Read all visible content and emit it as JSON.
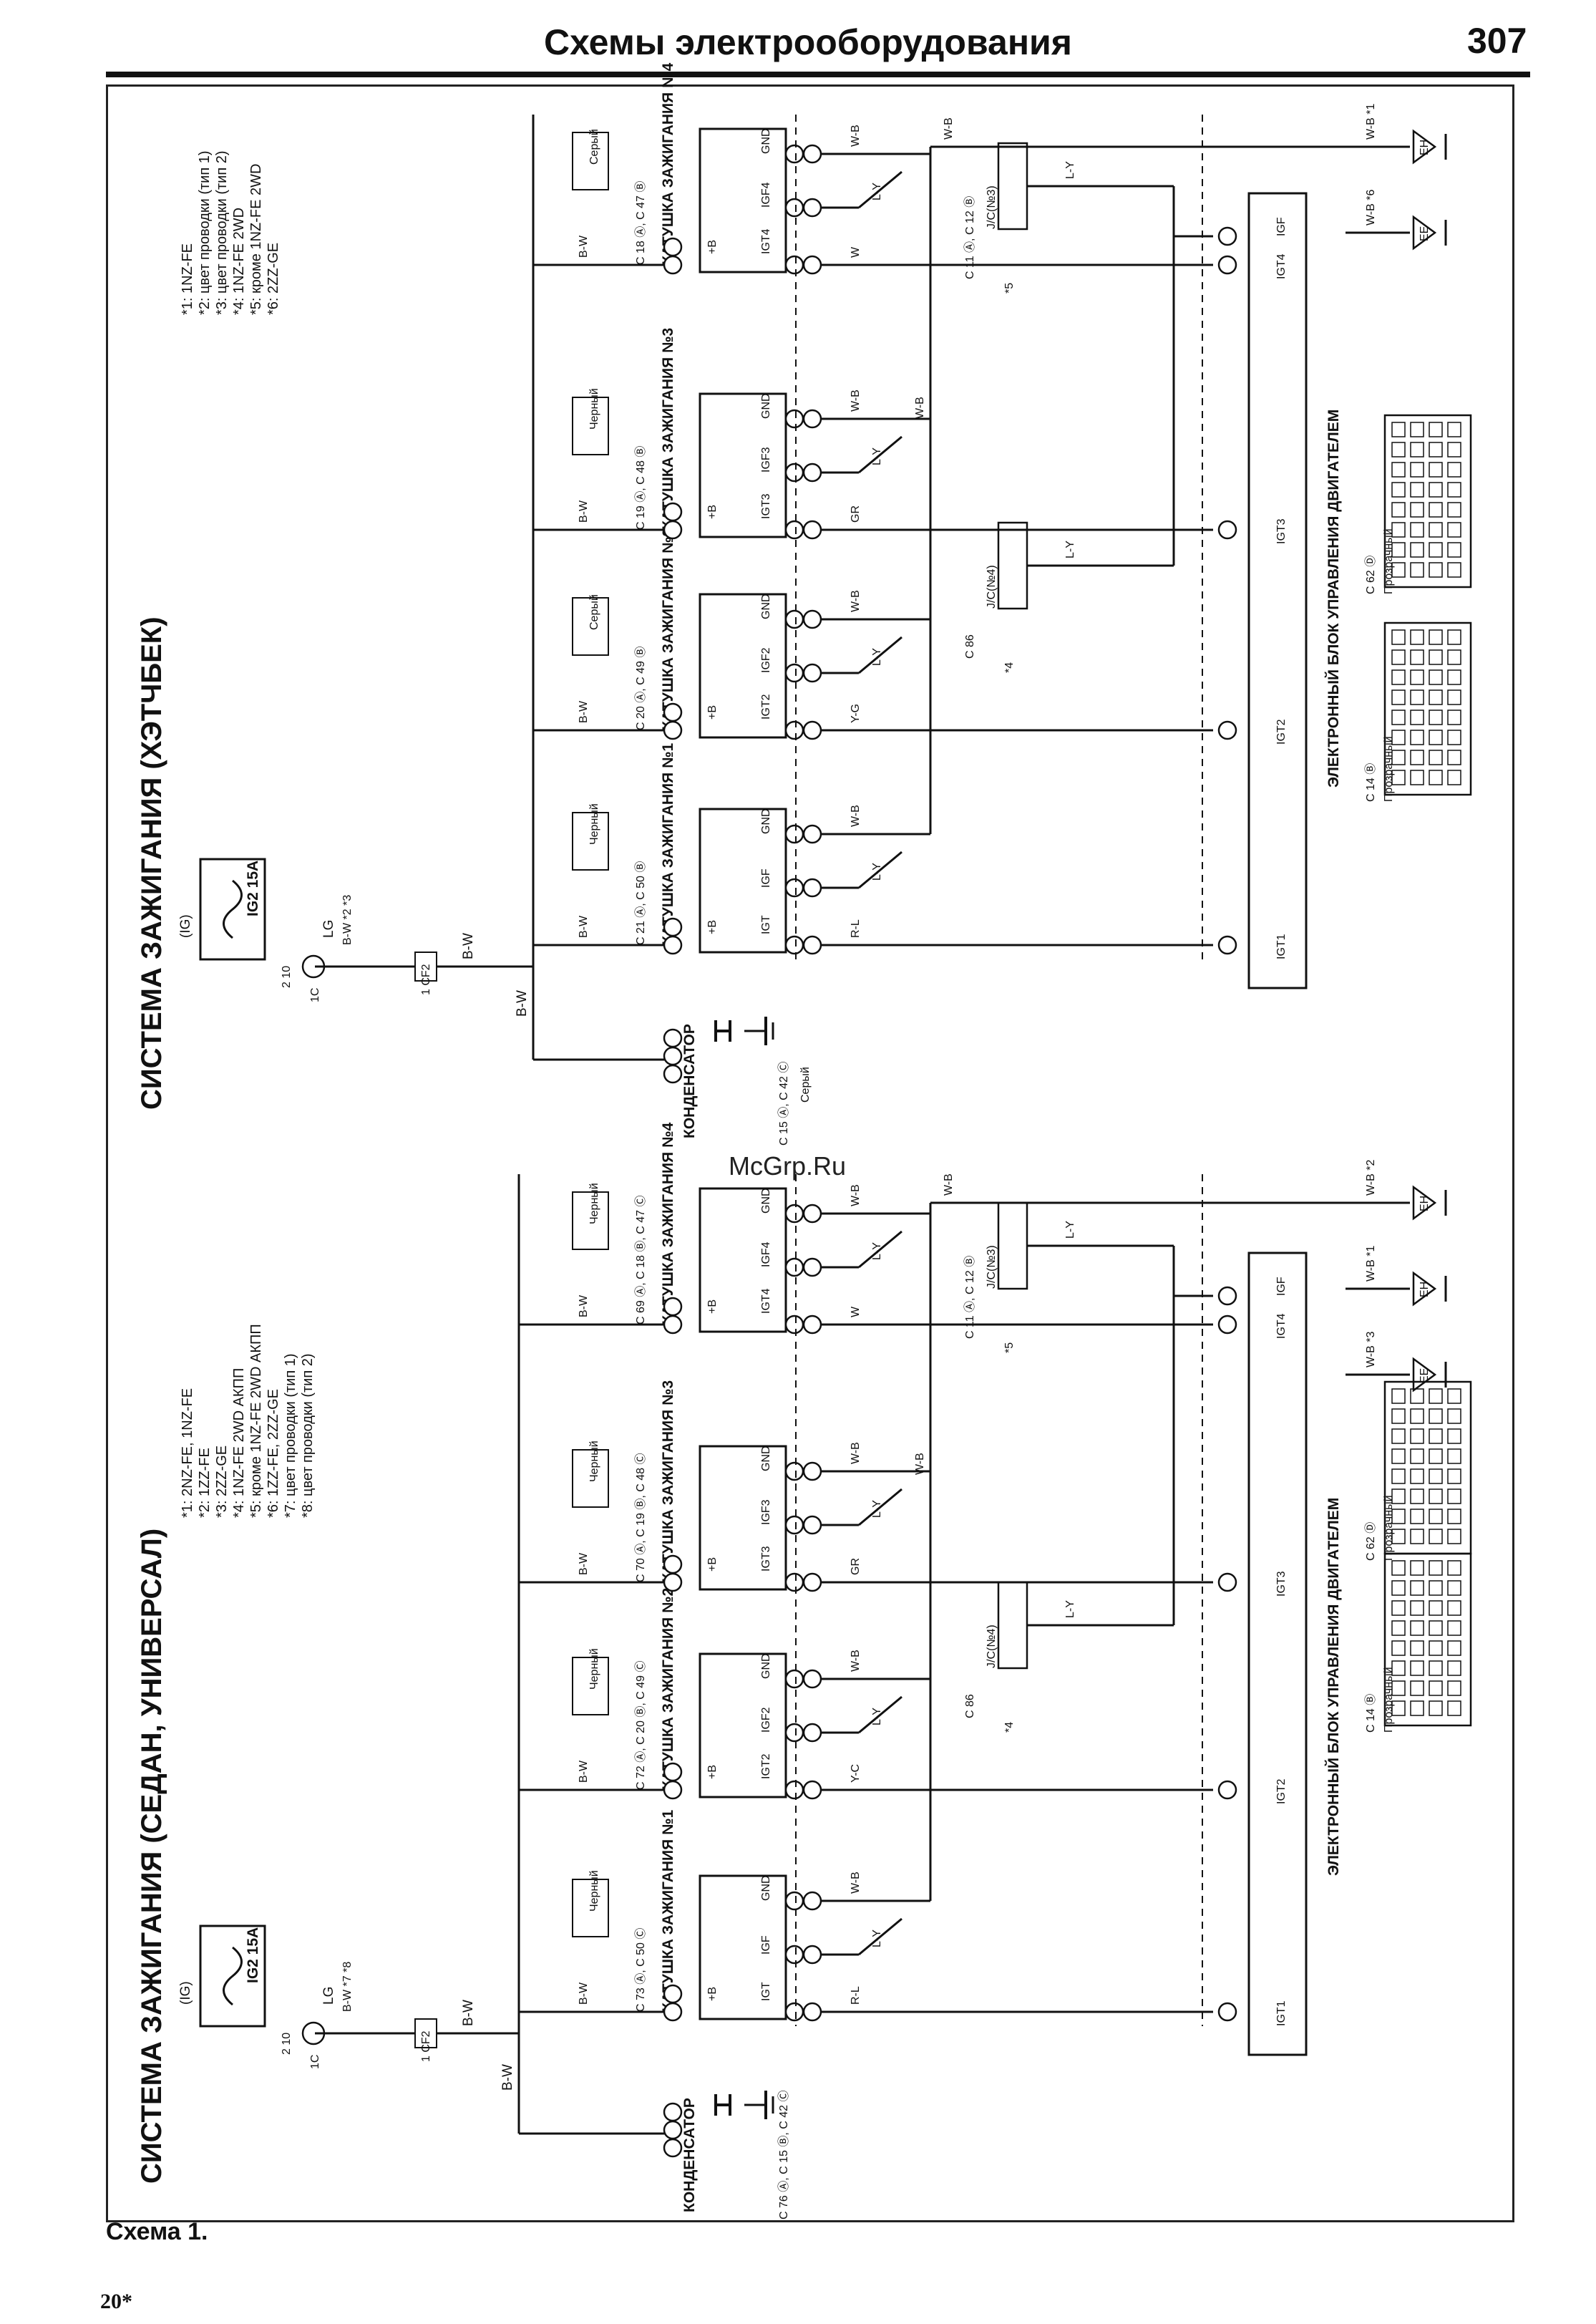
{
  "header": {
    "title": "Схемы электрооборудования",
    "page": "307"
  },
  "footer": {
    "caption": "Схема 1.",
    "folio": "20*"
  },
  "watermark": "McGrp.Ru",
  "panels": [
    {
      "id": "hatchback",
      "title": "СИСТЕМА ЗАЖИГАНИЯ (ХЭТЧБЕК)",
      "fuse": {
        "tag": "(IG)",
        "name": "IG2 15A",
        "pin": "1C",
        "pins": "2   10"
      },
      "junction": "1 CF2",
      "wire_feed": "B-W",
      "wire_lg": "LG",
      "wire_bw_marks": "B-W  *2  *3",
      "notes": "*1: 1NZ-FE\n*2: цвет проводки (тип 1)\n*3: цвет проводки (тип 2)\n*4: 1NZ-FE 2WD\n*5: кроме 1NZ-FE 2WD\n*6: 2ZZ-GE",
      "coils": [
        {
          "name": "КАТУШКА ЗАЖИГАНИЯ №1",
          "conn": "C 21 Ⓐ, C 50 Ⓑ",
          "color": "Черный",
          "sig": "IGT",
          "ign": "IGF",
          "gnd": "GND",
          "plus": "+B"
        },
        {
          "name": "КАТУШКА ЗАЖИГАНИЯ №2",
          "conn": "C 20 Ⓐ, C 49 Ⓑ",
          "color": "Серый",
          "sig": "IGT2",
          "ign": "IGF2",
          "gnd": "GND",
          "plus": "+B"
        },
        {
          "name": "КАТУШКА ЗАЖИГАНИЯ №3",
          "conn": "C 19 Ⓐ, C 48 Ⓑ",
          "color": "Черный",
          "sig": "IGT3",
          "ign": "IGF3",
          "gnd": "GND",
          "plus": "+B"
        },
        {
          "name": "КАТУШКА ЗАЖИГАНИЯ №4",
          "conn": "C 18 Ⓐ, C 47 Ⓑ",
          "color": "Серый",
          "sig": "IGT4",
          "ign": "IGF4",
          "gnd": "GND",
          "plus": "+B"
        }
      ],
      "signal_wires": [
        "R-L",
        "Y-G",
        "GR",
        "W"
      ],
      "ecu": {
        "name": "ЭЛЕКТРОННЫЙ БЛОК УПРАВЛЕНИЯ ДВИГАТЕЛЕМ",
        "pins": [
          "IGT1",
          "IGT2",
          "IGT3",
          "IGT4",
          "IGF"
        ],
        "conn_a": "C 14 Ⓑ",
        "conn_b": "C 62 Ⓓ",
        "conn_color": "Прозрачный"
      },
      "capacitor": {
        "name": "КОНДЕНСАТОР",
        "conn": "C 15 Ⓐ, C 42 Ⓒ",
        "color": "Серый"
      },
      "jc": [
        {
          "name": "J/C(№3)",
          "conn": "C 11 Ⓐ, C 12 Ⓑ",
          "mark": "*5"
        },
        {
          "name": "J/C(№4)",
          "conn": "C 86",
          "mark": "*4"
        }
      ],
      "grounds": [
        {
          "label": "W-B  *1",
          "code": "EH"
        },
        {
          "label": "W-B  *6",
          "code": "EE"
        }
      ],
      "wire_common": [
        "W-B",
        "L-Y",
        "B-W"
      ]
    },
    {
      "id": "sedan",
      "title": "СИСТЕМА ЗАЖИГАНИЯ (СЕДАН, УНИВЕРСАЛ)",
      "fuse": {
        "tag": "(IG)",
        "name": "IG2 15A",
        "pin": "1C",
        "pins": "2   10"
      },
      "junction": "1 CF2",
      "wire_feed": "B-W",
      "wire_lg": "LG",
      "wire_bw_marks": "B-W  *7  *8",
      "notes": "*1: 2NZ-FE, 1NZ-FE\n*2: 1ZZ-FE\n*3: 2ZZ-GE\n*4: 1NZ-FE 2WD АКПП\n*5: кроме 1NZ-FE 2WD АКПП\n*6: 1ZZ-FE, 2ZZ-GE\n*7: цвет проводки (тип 1)\n*8: цвет проводки (тип 2)",
      "coils": [
        {
          "name": "КАТУШКА ЗАЖИГАНИЯ №1",
          "conn": "C 73 Ⓐ, C 50 Ⓒ",
          "color": "Черный",
          "sig": "IGT",
          "ign": "IGF",
          "gnd": "GND",
          "plus": "+B"
        },
        {
          "name": "КАТУШКА ЗАЖИГАНИЯ №2",
          "conn": "C 72 Ⓐ, C 20 Ⓑ, C 49 Ⓒ",
          "color": "Черный",
          "sig": "IGT2",
          "ign": "IGF2",
          "gnd": "GND",
          "plus": "+B"
        },
        {
          "name": "КАТУШКА ЗАЖИГАНИЯ №3",
          "conn": "C 70 Ⓐ, C 19 Ⓑ, C 48 Ⓒ",
          "color": "Черный",
          "sig": "IGT3",
          "ign": "IGF3",
          "gnd": "GND",
          "plus": "+B"
        },
        {
          "name": "КАТУШКА ЗАЖИГАНИЯ №4",
          "conn": "C 69 Ⓐ, C 18 Ⓑ, C 47 Ⓒ",
          "color": "Черный",
          "sig": "IGT4",
          "ign": "IGF4",
          "gnd": "GND",
          "plus": "+B"
        }
      ],
      "signal_wires": [
        "R-L",
        "Y-C",
        "GR",
        "W"
      ],
      "ecu": {
        "name": "ЭЛЕКТРОННЫЙ БЛОК УПРАВЛЕНИЯ ДВИГАТЕЛЕМ",
        "pins": [
          "IGT1",
          "IGT2",
          "IGT3",
          "IGT4",
          "IGF"
        ],
        "conn_a": "C 14 Ⓑ",
        "conn_b": "C 62 Ⓓ",
        "conn_color": "Прозрачный"
      },
      "capacitor": {
        "name": "КОНДЕНСАТОР",
        "conn": "C 76 Ⓐ, C 15 Ⓑ, C 42 Ⓒ",
        "color": ""
      },
      "jc": [
        {
          "name": "J/C(№3)",
          "conn": "C 11 Ⓐ, C 12 Ⓑ",
          "mark": "*5"
        },
        {
          "name": "J/C(№4)",
          "conn": "C 86",
          "mark": "*4"
        }
      ],
      "grounds": [
        {
          "label": "W-B  *2",
          "code": "EH"
        },
        {
          "label": "W-B  *1",
          "code": "EH"
        },
        {
          "label": "W-B  *3",
          "code": "EE"
        }
      ],
      "wire_common": [
        "W-B",
        "L-Y",
        "B-W"
      ]
    }
  ]
}
